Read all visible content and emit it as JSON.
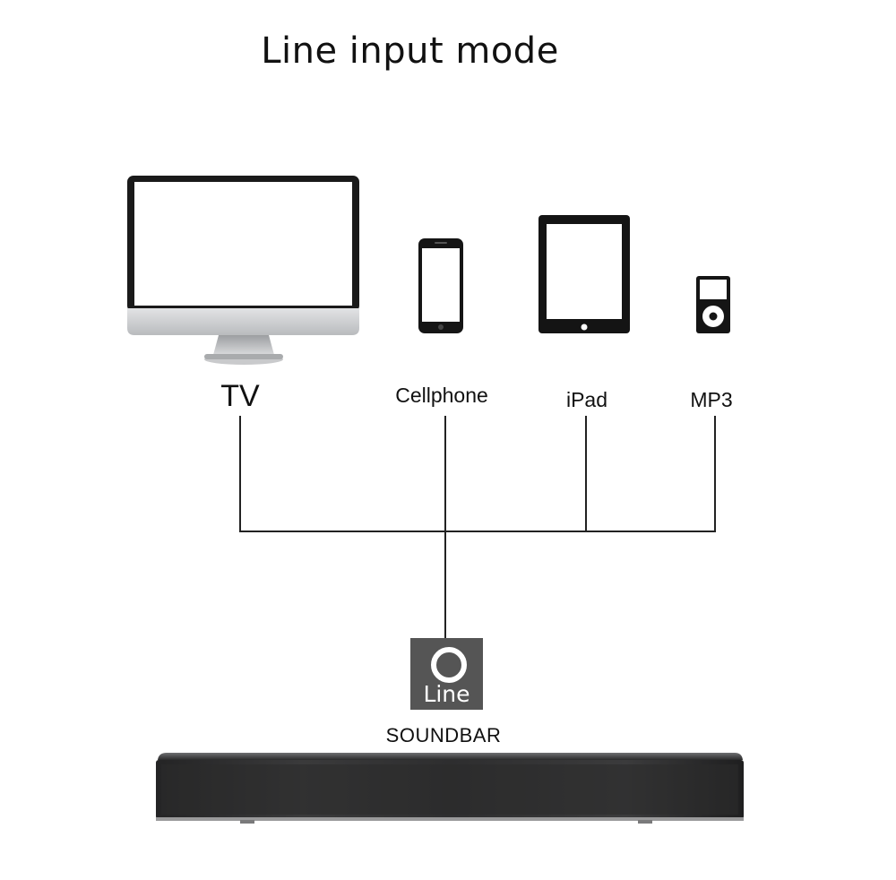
{
  "title": "Line input mode",
  "devices": {
    "tv": {
      "label": "TV",
      "icon": "tv-monitor-icon"
    },
    "cellphone": {
      "label": "Cellphone",
      "icon": "smartphone-icon"
    },
    "ipad": {
      "label": "iPad",
      "icon": "tablet-icon"
    },
    "mp3": {
      "label": "MP3",
      "icon": "mp3-player-icon"
    }
  },
  "line_input": {
    "label": "Line",
    "icon": "line-input-ring-icon"
  },
  "soundbar": {
    "label": "SOUNDBAR",
    "icon": "soundbar-icon"
  },
  "colors": {
    "connector": "#222222",
    "badge": "#555555",
    "device_body": "#111111"
  }
}
